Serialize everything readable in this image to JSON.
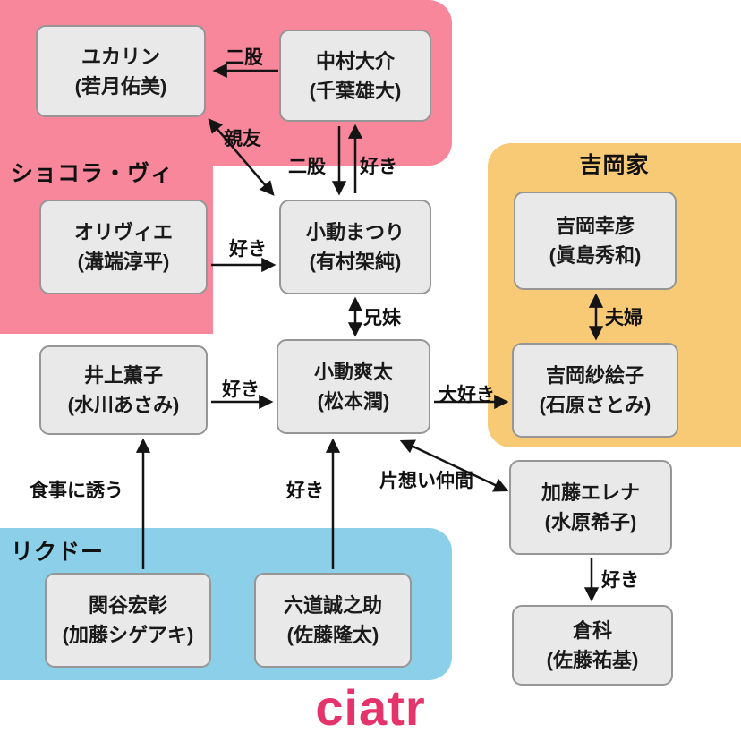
{
  "regions": {
    "chocolat_vie": {
      "label": "ショコラ・ヴィ",
      "color": "#f8879b"
    },
    "yoshioka_family": {
      "label": "吉岡家",
      "color": "#f8ca75"
    },
    "rikudo": {
      "label": "リクドー",
      "color": "#8bd0e8"
    }
  },
  "boxes": {
    "yukarin": {
      "name": "ユカリン",
      "actor": "(若月佑美)"
    },
    "nakamura": {
      "name": "中村大介",
      "actor": "(千葉雄大)"
    },
    "olivier": {
      "name": "オリヴィエ",
      "actor": "(溝端淳平)"
    },
    "matsuri": {
      "name": "小動まつり",
      "actor": "(有村架純)"
    },
    "yukihiko": {
      "name": "吉岡幸彦",
      "actor": "(眞島秀和)"
    },
    "inoue": {
      "name": "井上薫子",
      "actor": "(水川あさみ)"
    },
    "sota": {
      "name": "小動爽太",
      "actor": "(松本潤)"
    },
    "saeko": {
      "name": "吉岡紗絵子",
      "actor": "(石原さとみ)"
    },
    "elena": {
      "name": "加藤エレナ",
      "actor": "(水原希子)"
    },
    "sekiya": {
      "name": "関谷宏彰",
      "actor": "(加藤シゲアキ)"
    },
    "rikudo_seinosuke": {
      "name": "六道誠之助",
      "actor": "(佐藤隆太)"
    },
    "kurashina": {
      "name": "倉科",
      "actor": "(佐藤祐基)"
    }
  },
  "edges": {
    "futamata_yukarin": "二股",
    "shinyu": "親友",
    "futamata_matsuri": "二股",
    "suki_matsuri": "好き",
    "suki_olivier": "好き",
    "kyodai": "兄妹",
    "suki_inoue": "好き",
    "daisuki": "大好き",
    "fufu": "夫婦",
    "shokuji": "食事に誘う",
    "suki_rikudo": "好き",
    "kataomoi": "片想い仲間",
    "suki_elena": "好き"
  },
  "logo": {
    "text": "ciatr",
    "color": "#e5346b"
  }
}
